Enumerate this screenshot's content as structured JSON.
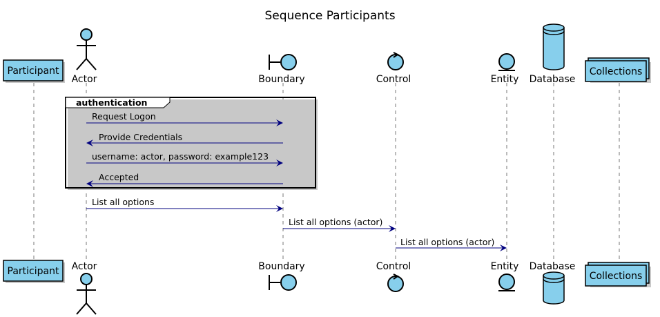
{
  "title": "Sequence Participants",
  "colors": {
    "fill": "#87cfec",
    "stroke": "#000000",
    "arrow": "#00007f",
    "lifeline": "#777777",
    "shadow": "#c8c8c8"
  },
  "participants": {
    "participant": {
      "label": "Participant",
      "kind": "participant"
    },
    "actor": {
      "label": "Actor",
      "kind": "actor"
    },
    "boundary": {
      "label": "Boundary",
      "kind": "boundary"
    },
    "control": {
      "label": "Control",
      "kind": "control"
    },
    "entity": {
      "label": "Entity",
      "kind": "entity"
    },
    "database": {
      "label": "Database",
      "kind": "database"
    },
    "collections": {
      "label": "Collections",
      "kind": "collections"
    }
  },
  "group": {
    "label": "authentication"
  },
  "messages": [
    {
      "text": "Request Logon",
      "from": "actor",
      "to": "boundary"
    },
    {
      "text": "Provide Credentials",
      "from": "boundary",
      "to": "actor"
    },
    {
      "text": "username: actor, password: example123",
      "from": "actor",
      "to": "boundary"
    },
    {
      "text": "Accepted",
      "from": "boundary",
      "to": "actor"
    },
    {
      "text": "List all options",
      "from": "actor",
      "to": "boundary"
    },
    {
      "text": "List all options (actor)",
      "from": "boundary",
      "to": "control"
    },
    {
      "text": "List all options (actor)",
      "from": "control",
      "to": "entity"
    }
  ]
}
